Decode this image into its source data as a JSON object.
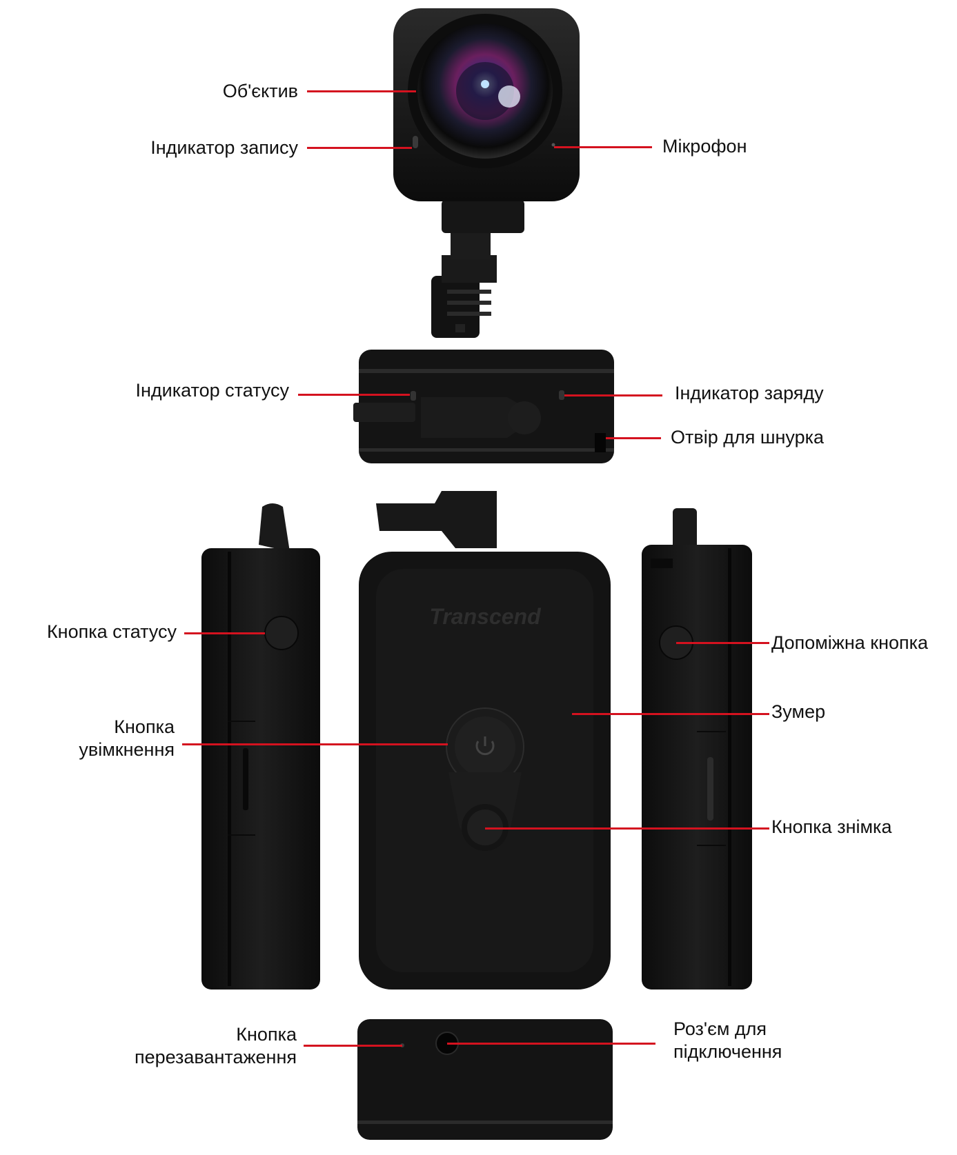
{
  "brand": {
    "logo_text": "Transcend"
  },
  "colors": {
    "callout_line": "#d4121f",
    "device_body": "#151515",
    "label_text": "#111111"
  },
  "labels": {
    "lens": "Об'єктив",
    "record_indicator": "Індикатор запису",
    "microphone": "Мікрофон",
    "status_indicator": "Індикатор статусу",
    "charge_indicator": "Індикатор заряду",
    "lanyard_hole": "Отвір для шнурка",
    "status_button": "Кнопка статусу",
    "aux_button": "Допоміжна кнопка",
    "power_button_l1": "Кнопка",
    "power_button_l2": "увімкнення",
    "buzzer": "Зумер",
    "snapshot_button": "Кнопка знімка",
    "reset_button_l1": "Кнопка",
    "reset_button_l2": "перезавантаження",
    "connector_l1": "Роз'єм для",
    "connector_l2": "підключення"
  }
}
